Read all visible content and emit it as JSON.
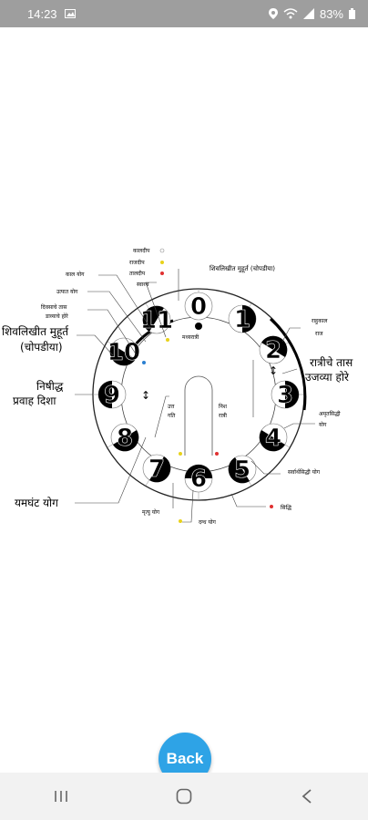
{
  "status": {
    "time": "14:23",
    "battery": "83%"
  },
  "numbers": [
    "0",
    "1",
    "2",
    "3",
    "4",
    "5",
    "6",
    "7",
    "8",
    "9",
    "10",
    "11"
  ],
  "labels": {
    "top1": "कालदीप",
    "top2": "राजदीप",
    "top3": "तालदीप",
    "top4": "स्वारथ",
    "shilahit_top": "शिवलिखीत मुहूर्त (चोपडीया)",
    "kaal_yog": "काल योग",
    "utpat_yog": "उत्पात योग",
    "divsache_tas": "दिवसाचे तास",
    "divsache_tas2": "डाव्याचे होरे",
    "shilahit_left1": "शिवलिखीत मुहूर्त",
    "shilahit_left2": "(चोपडीया)",
    "nishidh1": "निषीद्ध",
    "nishidh2": "प्रवाह दिशा",
    "yamghant": "यमघंट योग",
    "rahukal1": "राहुकाल",
    "rahukal2": "राज",
    "ratriche1": "रात्रीचे तास",
    "ratriche2": "उजव्या होरे",
    "amrut1": "अमृतसिद्धी",
    "amrut2": "योग",
    "sarvarth": "सर्वार्थसिद्धी योग",
    "siddhi": "सिद्धि",
    "mrutyu": "मृत्यु योग",
    "dagdha": "दग्ध योग",
    "madhyaratri": "मध्यरात्री",
    "uttar1": "उत्त",
    "uttar2": "गति",
    "nishya1": "निश",
    "nishya2": "रात्री"
  },
  "colors": {
    "accent": "#2ea3e6",
    "yellow": "#e8d21a",
    "red": "#e03030",
    "blue": "#2a7fd0"
  },
  "back_label": "Back",
  "icons": {
    "recent": "recent-apps-icon",
    "home": "home-icon",
    "back": "back-nav-icon"
  }
}
